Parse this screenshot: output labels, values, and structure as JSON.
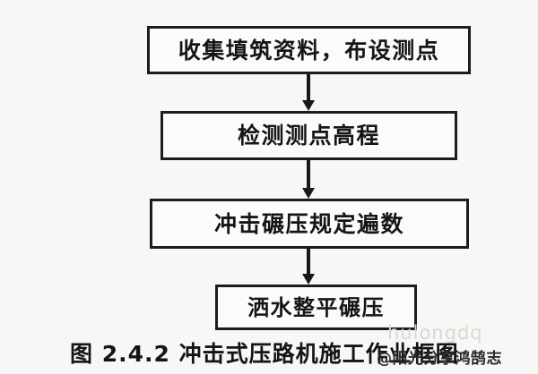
{
  "figure": {
    "caption": "图 2.4.2 冲击式压路机施工作业框图",
    "background_color": "#f7f7f5",
    "line_color": "#191919",
    "box_fill_color": "#fbfbfa"
  },
  "flowchart": {
    "type": "vertical-sequence",
    "nodes": [
      {
        "id": "collect-data",
        "label": "收集填筑资料，布设测点"
      },
      {
        "id": "check-elev",
        "label": "检测测点高程"
      },
      {
        "id": "impact-rolling",
        "label": "冲击碾压规定遍数"
      },
      {
        "id": "water-level",
        "label": "洒水整平碾压"
      }
    ],
    "connectors": [
      {
        "id": "connector-1",
        "from": "collect-data",
        "to": "check-elev",
        "arrow": "down"
      },
      {
        "id": "connector-2",
        "from": "check-elev",
        "to": "impact-rolling",
        "arrow": "down"
      },
      {
        "id": "connector-3",
        "from": "impact-rolling",
        "to": "water-level",
        "arrow": "down"
      }
    ]
  },
  "watermarks": {
    "faint_text": "hulongdq",
    "handle_text": "@阳光分享鸿鹄志"
  }
}
